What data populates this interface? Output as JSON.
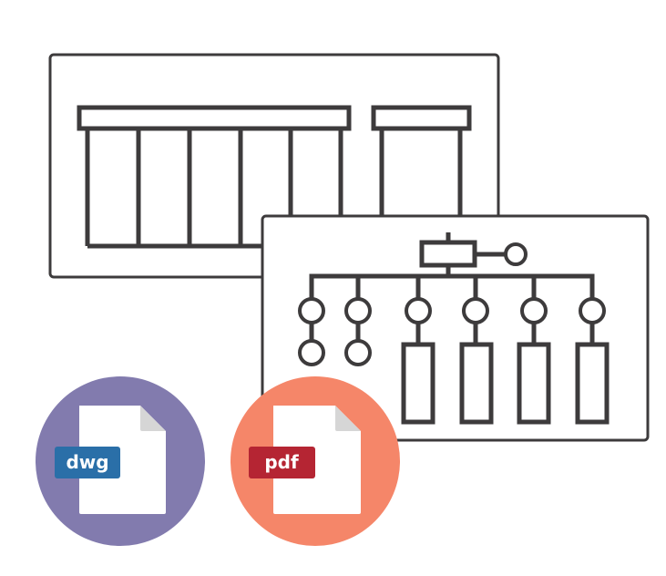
{
  "illustration": {
    "title": "CAD drawing export illustration",
    "stroke_color": "#3d3b3c",
    "panels": [
      {
        "name": "panel-layout",
        "description": "Cabinet/panel layout drawing"
      },
      {
        "name": "panel-schematic",
        "description": "Single-line schematic drawing"
      }
    ],
    "files": [
      {
        "label": "dwg",
        "circle_color": "#827bae",
        "badge_color": "#2a6fa8",
        "page_color": "#ffffff",
        "fold_color": "#d6d6d6"
      },
      {
        "label": "pdf",
        "circle_color": "#f58669",
        "badge_color": "#b52533",
        "page_color": "#ffffff",
        "fold_color": "#d6d6d6"
      }
    ]
  }
}
